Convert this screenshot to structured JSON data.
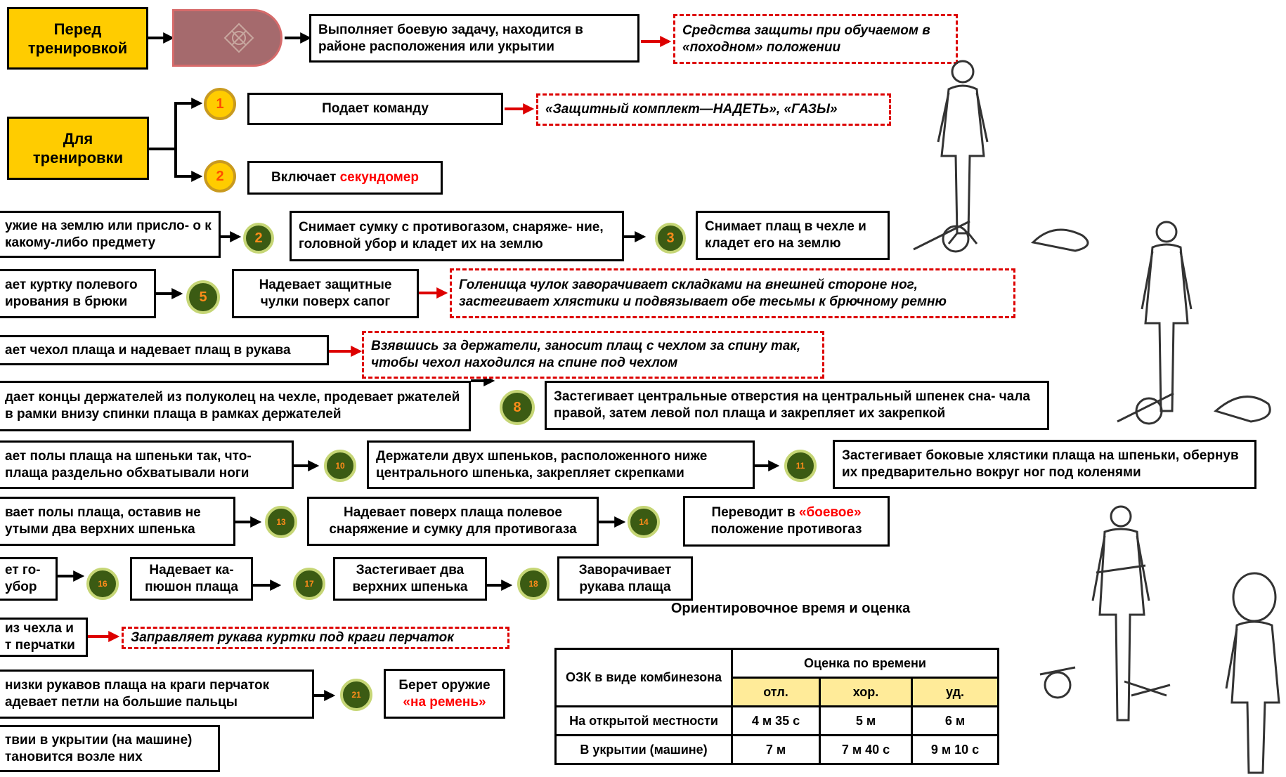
{
  "colors": {
    "accent_yellow": "#ffcc00",
    "arrow_red": "#dd0000",
    "circle_green": "#3b5b13",
    "circle_text": "#ff8c1a",
    "highlight_red": "#ff0000"
  },
  "icons": {
    "figure": "soldier-figure-icon",
    "equipment": "equipment-pile-icon",
    "strap": "shoulder-strap-icon"
  },
  "before": {
    "label": "Перед тренировкой",
    "action": "Выполняет боевую задачу, находится в районе расположения или укрытии",
    "note": "Средства защиты при обучаемом в «походном» положении"
  },
  "for": {
    "label": "Для тренировки",
    "step1": {
      "num": "1",
      "text": "Подает команду",
      "note": "«Защитный комплект—НАДЕТЬ», «ГАЗЫ»"
    },
    "step2": {
      "num": "2",
      "text": "Включает ",
      "highlight": "секундомер"
    }
  },
  "rows": {
    "r1": {
      "a": "ужие на землю или присло- о к какому-либо предмету",
      "n2": "2",
      "b": "Снимает сумку с противогазом, снаряже- ние, головной убор и кладет их на землю",
      "n3": "3",
      "c": "Снимает плащ в чехле и кладет его на землю"
    },
    "r2": {
      "a": "ает куртку полевого ирования в брюки",
      "n5": "5",
      "b": "Надевает защитные чулки поверх сапог",
      "note": "Голенища чулок заворачивает складками на внешней стороне ног, застегивает хлястики и подвязывает обе тесьмы к брючному ремню"
    },
    "r3": {
      "a": "ает чехол плаща и надевает плащ в рукава",
      "note": "Взявшись за держатели, заносит плащ с чехлом за спину так, чтобы чехол находился на спине под чехлом"
    },
    "r4": {
      "a": "дает концы держателей из полуколец на чехле, продевает ржателей в рамки внизу спинки плаща в рамках держателей",
      "n8": "8",
      "b": "Застегивает центральные отверстия на центральный шпенек сна- чала правой, затем левой пол плаща и закрепляет их закрепкой"
    },
    "r5": {
      "a": "ает полы плаща на шпеньки так, что- плаща  раздельно обхватывали ноги",
      "n10": "10",
      "b": "Держатели двух шпеньков, расположенного ниже центрального шпенька, закрепляет скрепками",
      "n11": "11",
      "c": "Застегивает боковые хлястики плаща на шпеньки, обернув их предварительно вокруг ног под коленями"
    },
    "r6": {
      "a": "вает полы плаща, оставив не утыми два верхних шпенька",
      "n13": "13",
      "b": "Надевает поверх плаща полевое снаряжение и сумку для противогаза",
      "n14": "14",
      "c_pre": "Переводит в ",
      "c_hl": "«боевое»",
      "c_post": "положение  противогаз"
    },
    "r7": {
      "a": "ет го- убор",
      "n16": "16",
      "b": "Надевает ка- пюшон плаща",
      "n17": "17",
      "c": "Застегивает два верхних шпенька",
      "n18": "18",
      "d": "Заворачивает рукава плаща"
    },
    "r8": {
      "a": "из чехла и т перчатки",
      "note": "Заправляет рукава куртки под краги перчаток"
    },
    "r9": {
      "a": "низки рукавов плаща на краги перчаток адевает петли на большие пальцы",
      "n21": "21",
      "b": "Берет оружие",
      "b_hl": "«на ремень»"
    },
    "r10": {
      "a": "твии в укрытии (на машине) тановится возле них"
    }
  },
  "table": {
    "title": "Ориентировочное время и оценка",
    "col_main": "ОЗК в виде комбинезона",
    "col_group": "Оценка по времени",
    "grades": [
      "отл.",
      "хор.",
      "уд."
    ],
    "rows": [
      {
        "label": "На открытой местности",
        "values": [
          "4 м 35 с",
          "5 м",
          "6 м"
        ]
      },
      {
        "label": "В укрытии (машине)",
        "values": [
          "7 м",
          "7 м 40 с",
          "9 м 10 с"
        ]
      }
    ]
  }
}
